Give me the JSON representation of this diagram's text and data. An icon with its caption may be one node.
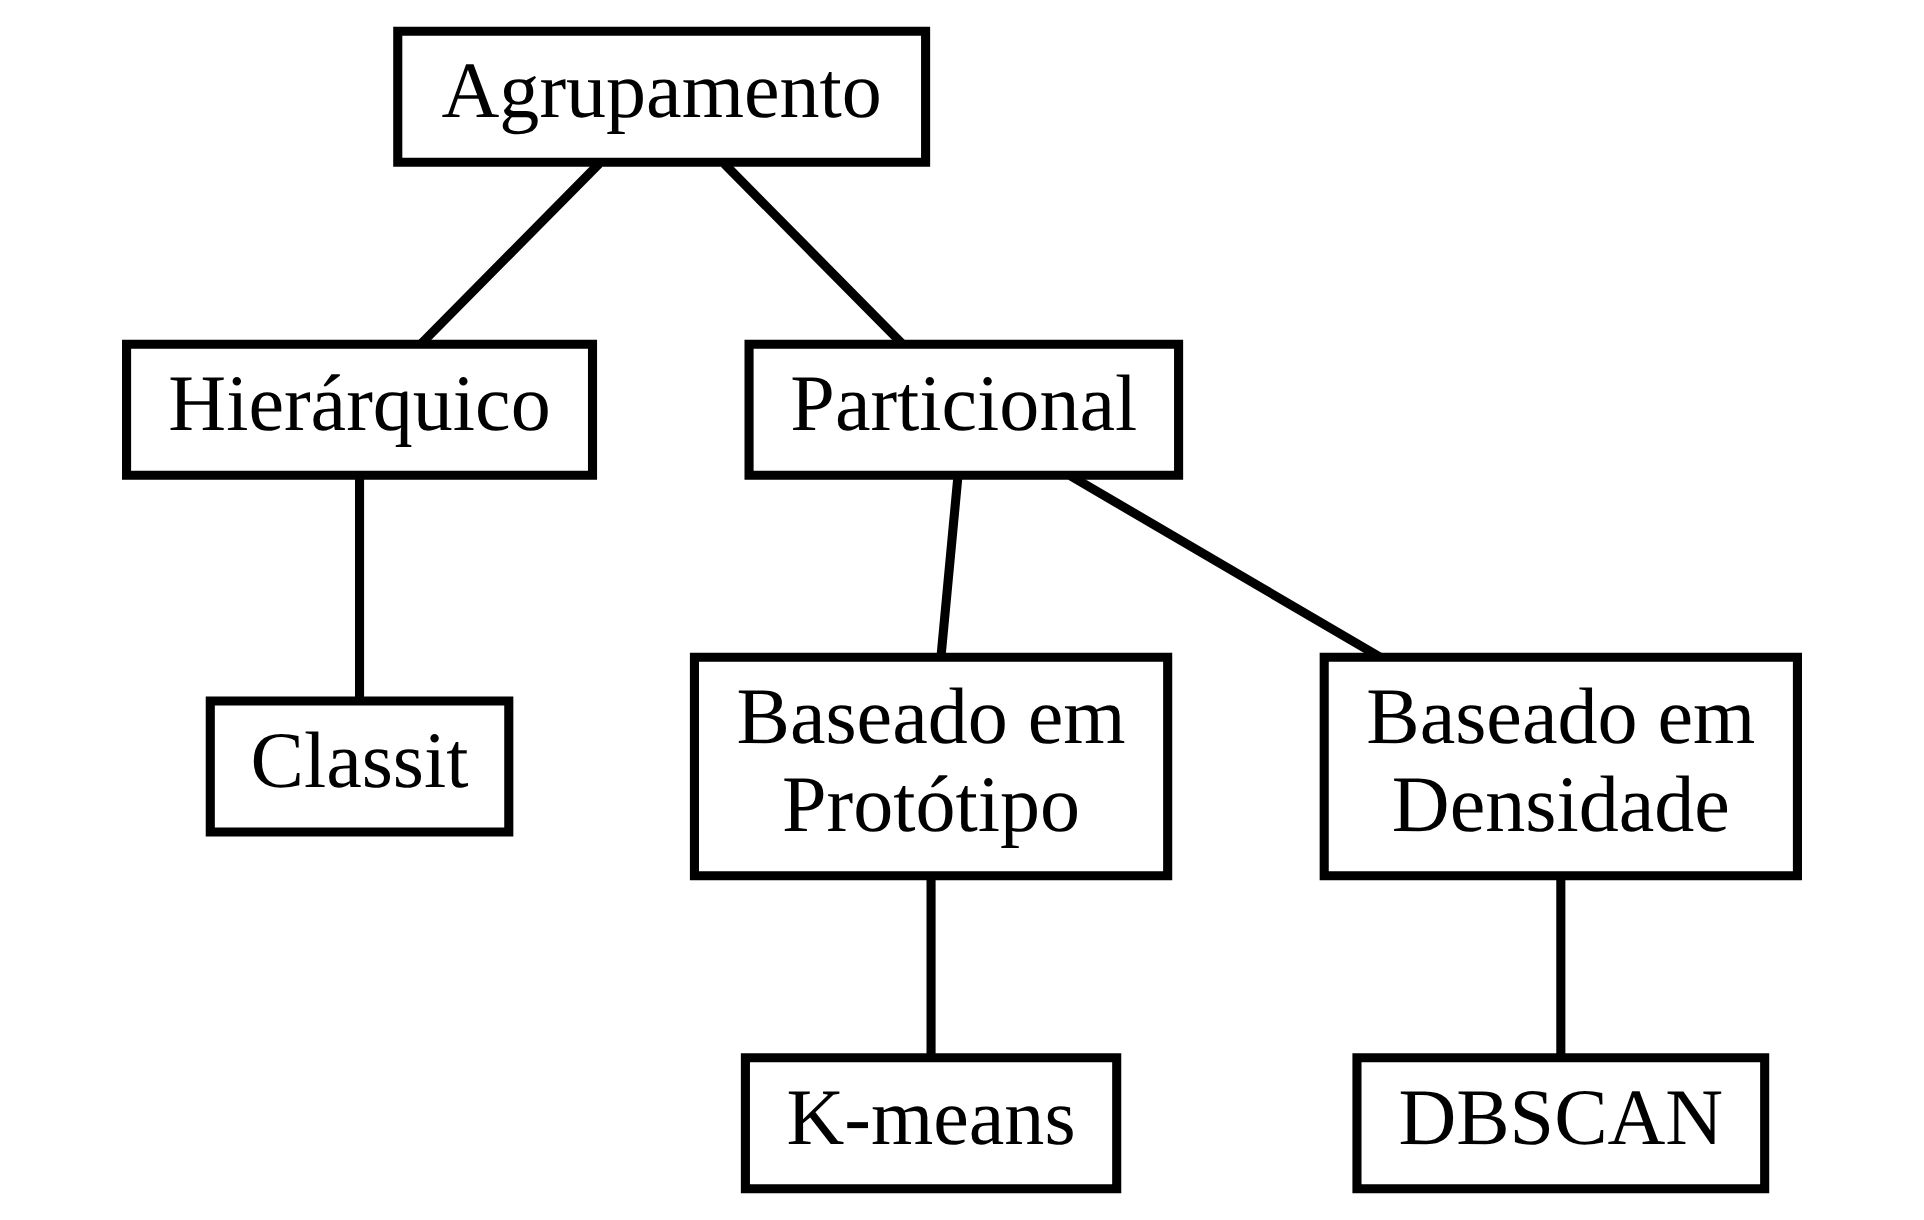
{
  "diagram": {
    "nodes": [
      {
        "text": [
          "Agrupamento"
        ]
      },
      {
        "text": [
          "Hierárquico"
        ]
      },
      {
        "text": [
          "Particional"
        ]
      },
      {
        "text": [
          "Classit"
        ]
      },
      {
        "text": [
          "Baseado em Protótipo"
        ]
      },
      {
        "text": [
          "Baseado em Densidade"
        ]
      },
      {
        "text": [
          "K-means"
        ]
      },
      {
        "text": [
          "DBSCAN"
        ]
      }
    ],
    "edges": [
      {
        "from": 0,
        "to": 1,
        "arrow": "none"
      },
      {
        "from": 0,
        "to": 2,
        "arrow": "none"
      },
      {
        "from": 1,
        "to": 3,
        "arrow": "none"
      },
      {
        "from": 2,
        "to": 4,
        "arrow": "none"
      },
      {
        "from": 2,
        "to": 5,
        "arrow": "none"
      },
      {
        "from": 4,
        "to": 6,
        "arrow": "none"
      },
      {
        "from": 5,
        "to": 7,
        "arrow": "none"
      }
    ]
  }
}
